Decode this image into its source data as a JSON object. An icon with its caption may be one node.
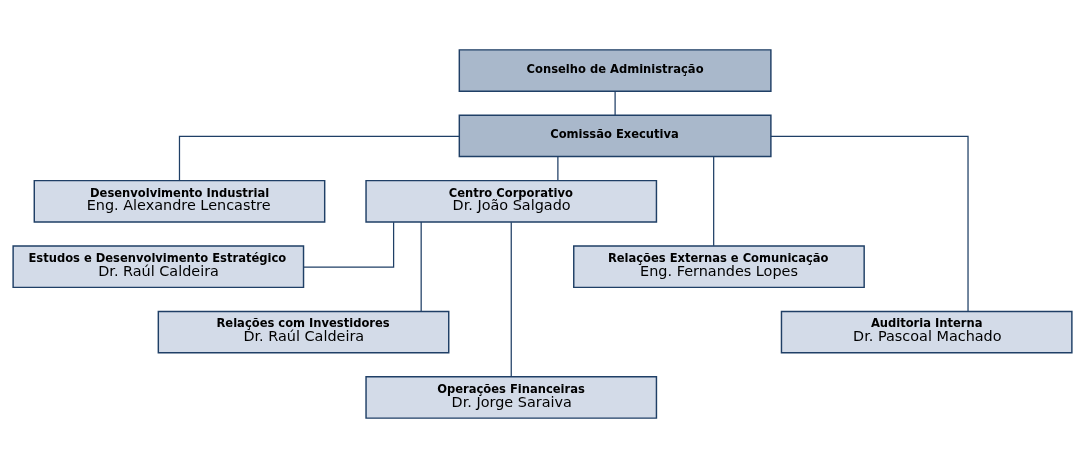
{
  "diagram": {
    "nodes": [
      {
        "text": [
          "Conselho de Administração"
        ]
      },
      {
        "text": [
          "Comissão Executiva"
        ]
      },
      {
        "text": [
          "Desenvolvimento Industrial",
          "Eng. Alexandre Lencastre"
        ]
      },
      {
        "text": [
          "Centro Corporativo",
          "Dr. João Salgado"
        ]
      },
      {
        "text": [
          "Relações Externas e Comunicação",
          "Eng. Fernandes Lopes"
        ]
      },
      {
        "text": [
          "Estudos e Desenvolvimento Estratégico",
          "Dr. Raúl Caldeira"
        ]
      },
      {
        "text": [
          "Auditoria Interna",
          "Dr. Pascoal Machado"
        ]
      },
      {
        "text": [
          "Relações com Investidores",
          "Dr. Raúl Caldeira"
        ]
      },
      {
        "text": [
          "Operações Financeiras",
          "Dr. Jorge Saraiva"
        ]
      }
    ],
    "edges": [
      {
        "from": 0,
        "to": 1,
        "arrow": "none"
      },
      {
        "from": 1,
        "to": 2,
        "arrow": "none"
      },
      {
        "from": 1,
        "to": 3,
        "arrow": "none"
      },
      {
        "from": 1,
        "to": 4,
        "arrow": "none"
      },
      {
        "from": 1,
        "to": 6,
        "arrow": "none"
      },
      {
        "from": 3,
        "to": 5,
        "arrow": "none"
      },
      {
        "from": 3,
        "to": 7,
        "arrow": "none"
      },
      {
        "from": 3,
        "to": 8,
        "arrow": "none"
      }
    ]
  }
}
